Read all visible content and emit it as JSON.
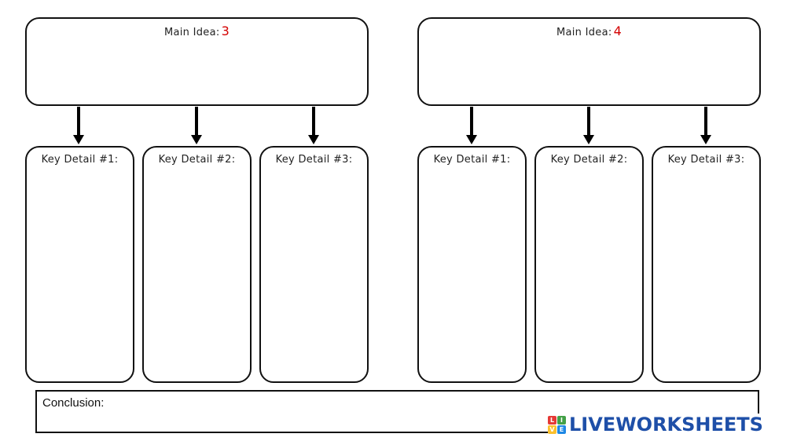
{
  "organizers": [
    {
      "main_label": "Main Idea:",
      "main_number": "3",
      "details": [
        "Key Detail #1:",
        "Key Detail #2:",
        "Key Detail #3:"
      ]
    },
    {
      "main_label": "Main Idea:",
      "main_number": "4",
      "details": [
        "Key Detail #1:",
        "Key Detail #2:",
        "Key Detail #3:"
      ]
    }
  ],
  "conclusion": {
    "label": "Conclusion:"
  },
  "watermark": {
    "text": "LIVEWORKSHEETS",
    "block_colors": [
      "#e53935",
      "#43a047",
      "#fbc02d",
      "#1e88e5"
    ],
    "text_color": "#1e4fa8"
  }
}
